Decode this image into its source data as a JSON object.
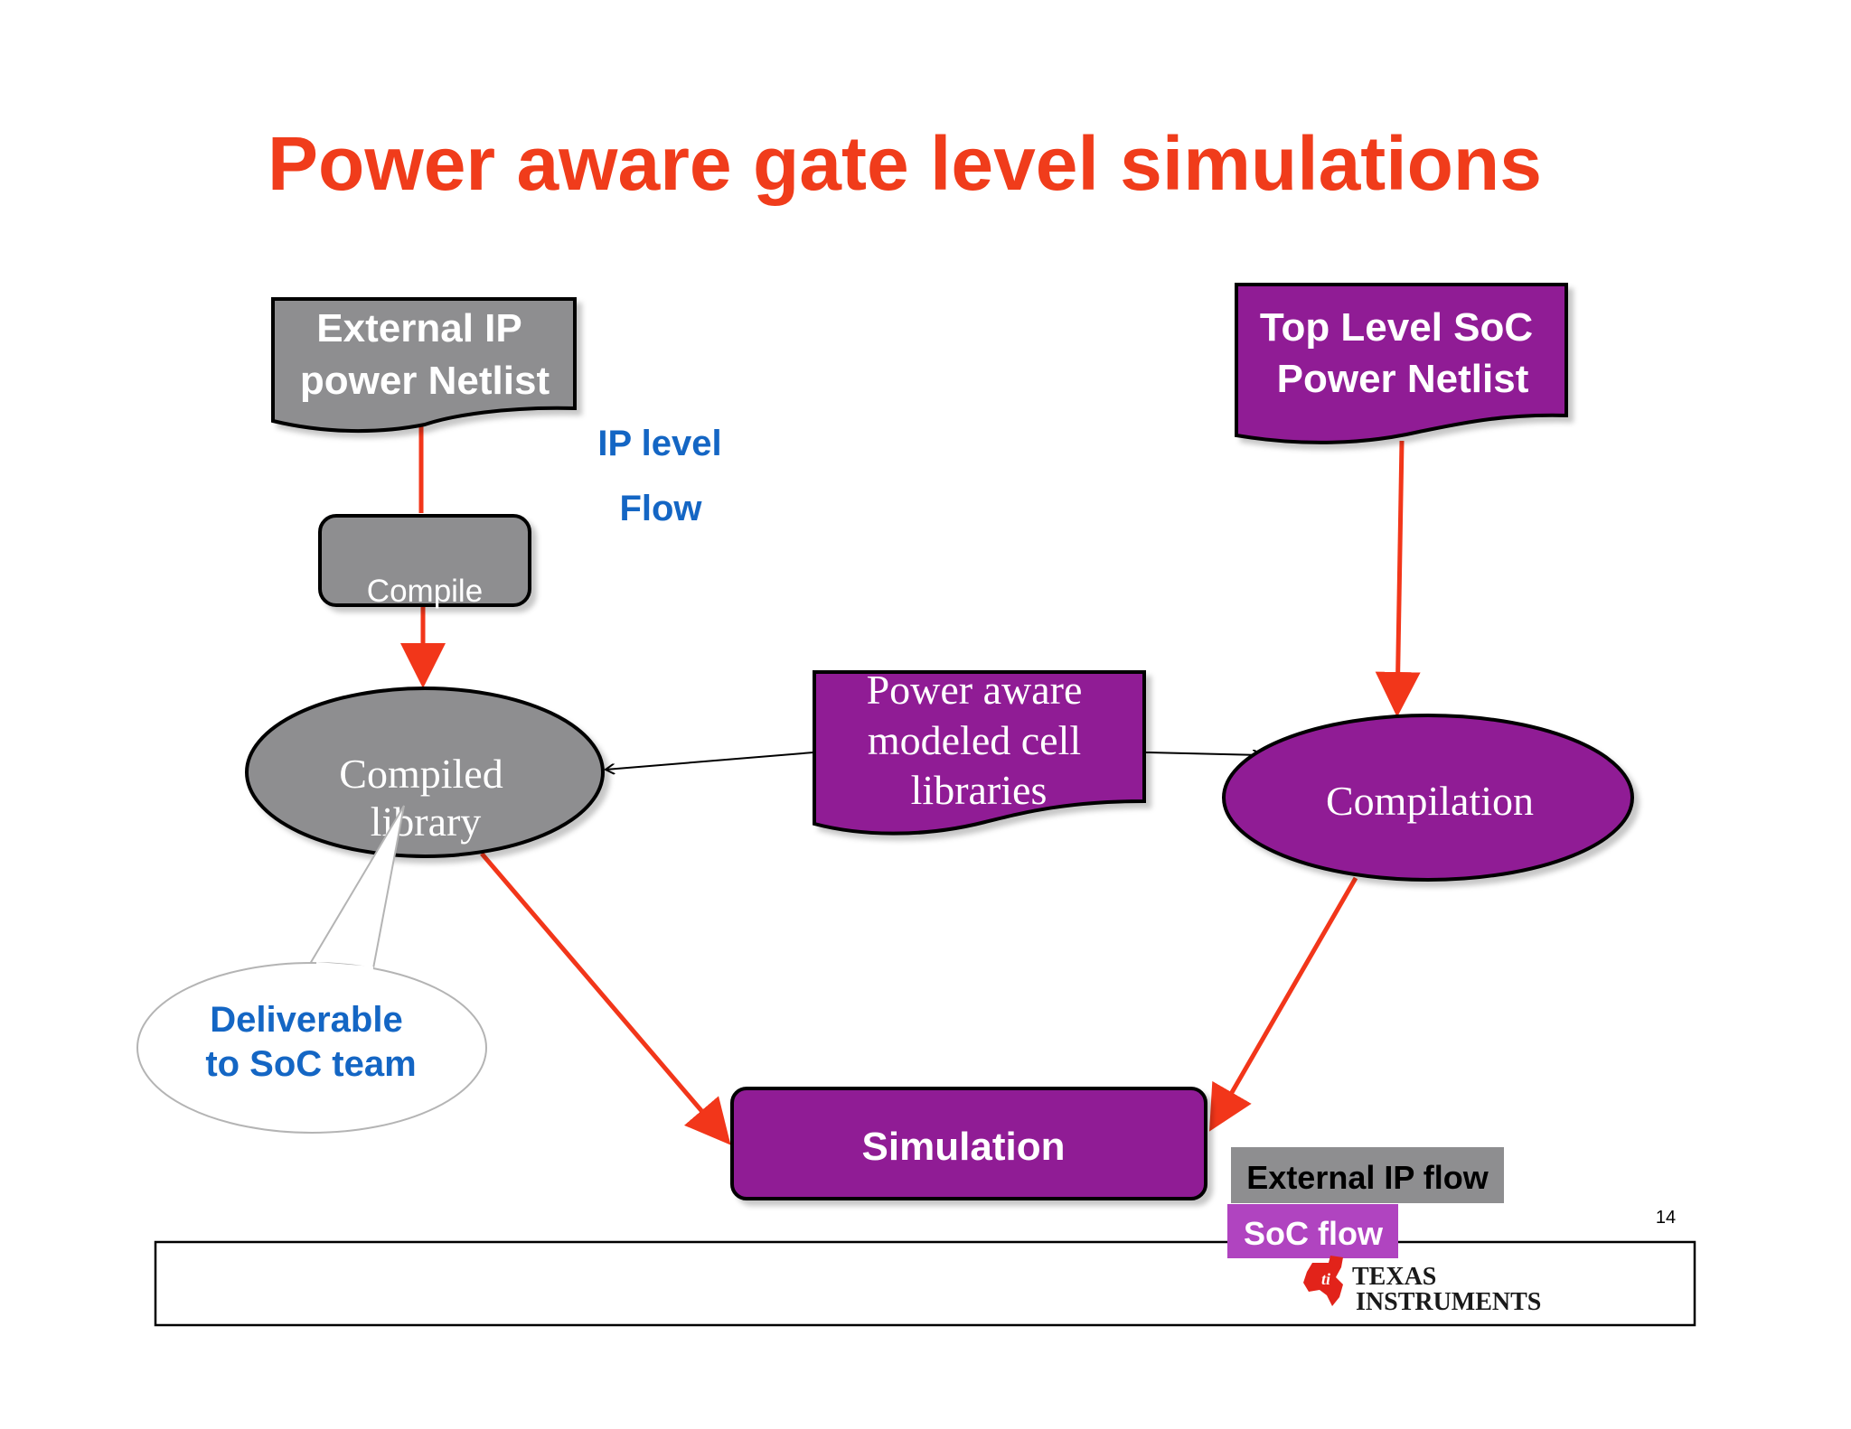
{
  "slide": {
    "title": "Power aware gate level simulations",
    "page_number": "14"
  },
  "diagram": {
    "external_ip_netlist": {
      "line1": "External IP",
      "line2": "power Netlist"
    },
    "top_level_netlist": {
      "line1": "Top Level SoC",
      "line2": "Power Netlist"
    },
    "ip_level_flow": {
      "line1": "IP level",
      "line2": "Flow"
    },
    "compile": "Compile",
    "compiled_library": {
      "line1": "Compiled",
      "line2": "library"
    },
    "cell_libraries": {
      "line1": "Power aware",
      "line2": "modeled cell",
      "line3": "libraries"
    },
    "compilation": "Compilation",
    "deliverable": {
      "line1": "Deliverable",
      "line2": "to SoC team"
    },
    "simulation": "Simulation"
  },
  "legend": {
    "external_ip_flow": "External IP flow",
    "soc_flow": "SoC flow"
  },
  "logo": {
    "line1": "TEXAS",
    "line2": "INSTRUMENTS"
  },
  "colors": {
    "title": "#f03c1b",
    "external_ip_gray": "#8e8e90",
    "soc_purple": "#901f95",
    "flow_arrow": "#f2361a",
    "blue_text": "#1466c4"
  }
}
